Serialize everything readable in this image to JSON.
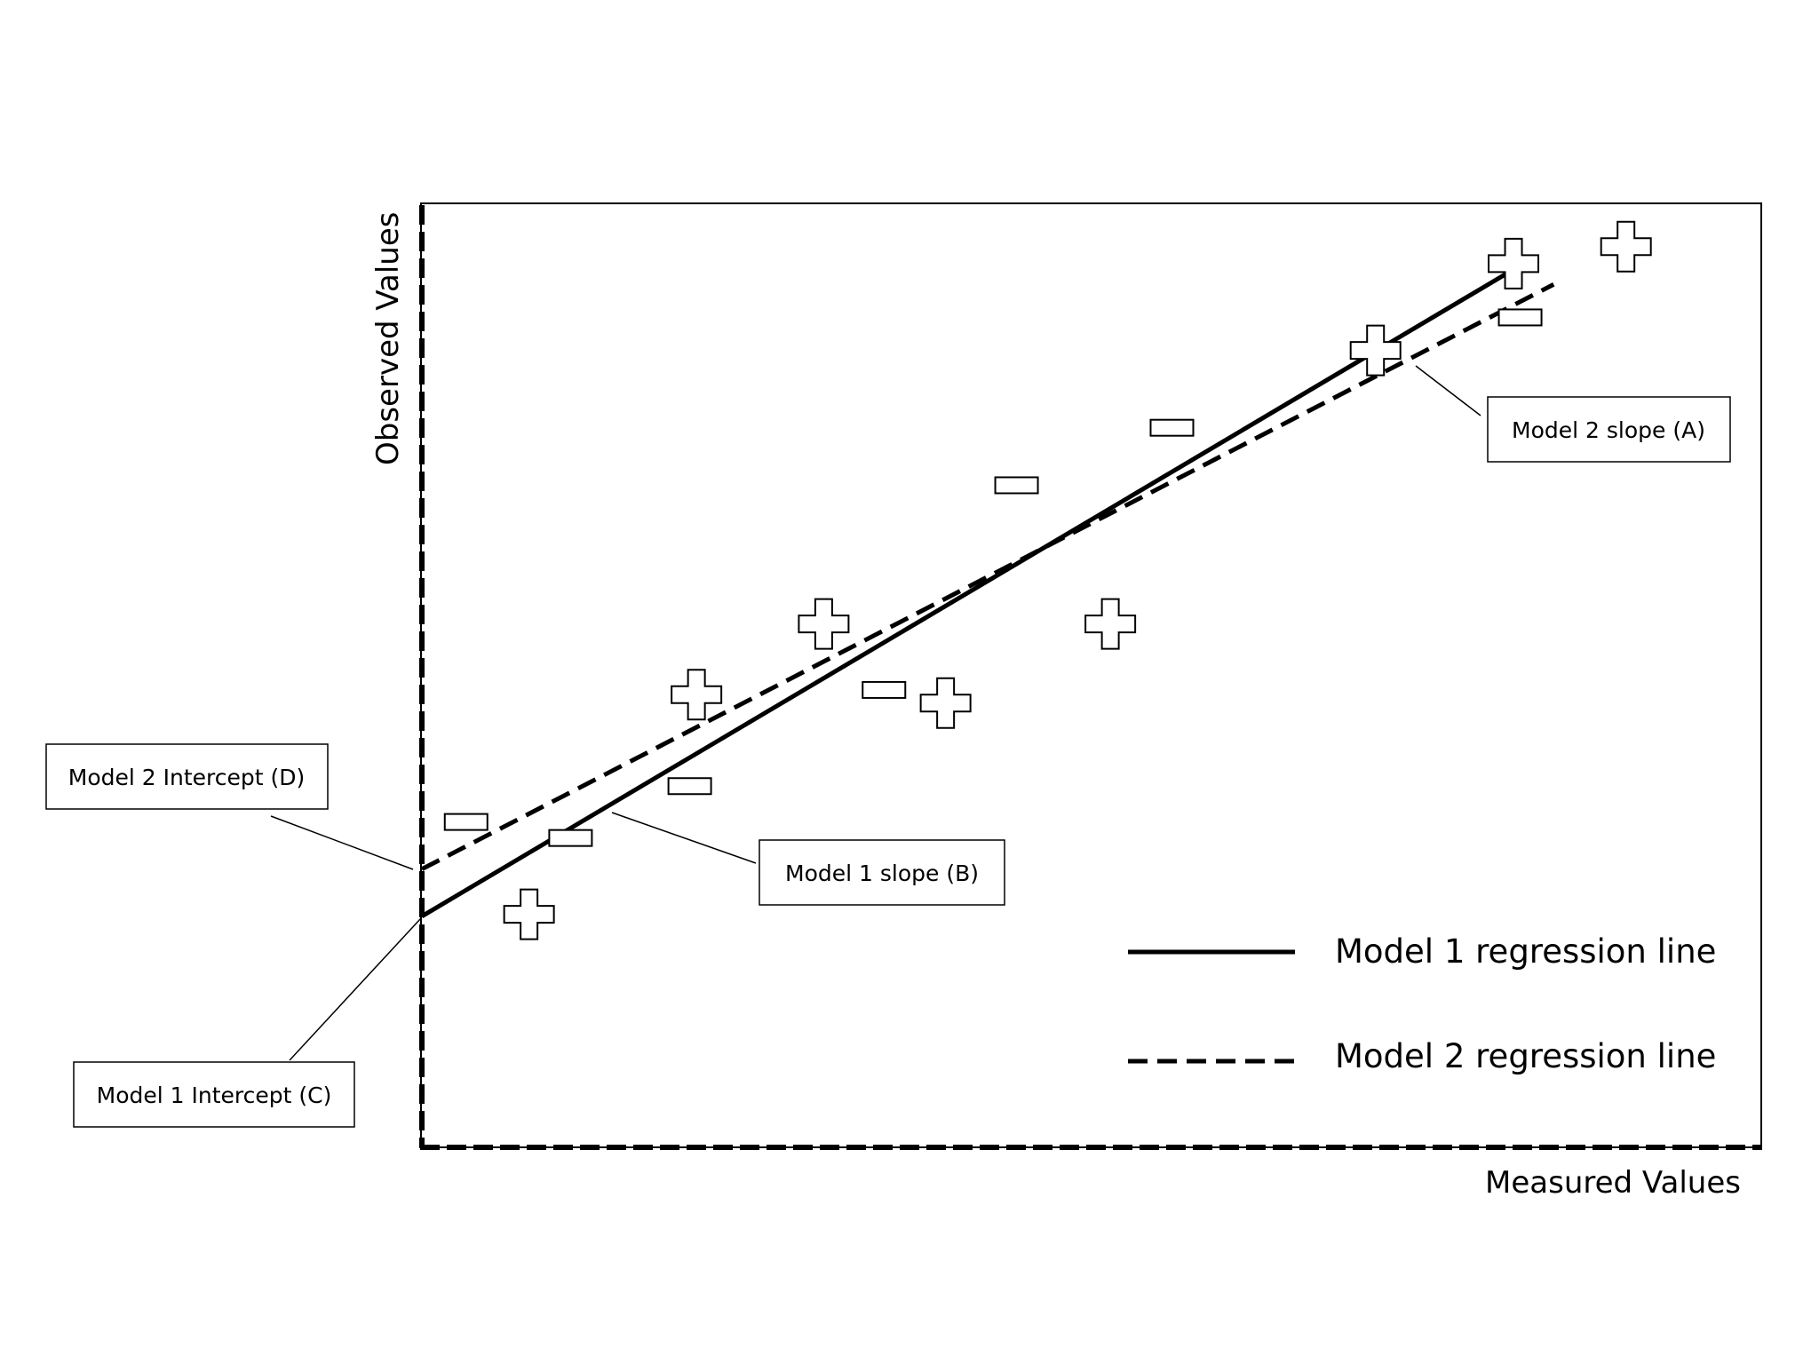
{
  "chart_data": {
    "type": "scatter",
    "xlabel": "Measured Values",
    "ylabel": "Observed Values",
    "grid": false,
    "legend_position": "bottom-right",
    "series": [
      {
        "marker": "plus",
        "points": [
          [
            0.08,
            0.247
          ],
          [
            0.205,
            0.48
          ],
          [
            0.3,
            0.555
          ],
          [
            0.391,
            0.471
          ],
          [
            0.514,
            0.555
          ],
          [
            0.712,
            0.845
          ],
          [
            0.815,
            0.937
          ],
          [
            0.899,
            0.955
          ]
        ]
      },
      {
        "marker": "minus",
        "points": [
          [
            0.033,
            0.345
          ],
          [
            0.111,
            0.328
          ],
          [
            0.2,
            0.383
          ],
          [
            0.345,
            0.485
          ],
          [
            0.444,
            0.702
          ],
          [
            0.56,
            0.763
          ],
          [
            0.82,
            0.88
          ]
        ]
      }
    ],
    "lines": [
      {
        "name": "Model 1 regression line",
        "style": "solid",
        "x": [
          0.0,
          0.82
        ],
        "y": [
          0.245,
          0.935
        ]
      },
      {
        "name": "Model 2 regression line",
        "style": "dashed",
        "x": [
          0.0,
          0.845
        ],
        "y": [
          0.295,
          0.915
        ]
      }
    ],
    "callouts": [
      {
        "label": "Model 2 slope (A)"
      },
      {
        "label": "Model 1 slope (B)"
      },
      {
        "label": "Model 1 Intercept (C)"
      },
      {
        "label": "Model 2 Intercept (D)"
      }
    ]
  }
}
